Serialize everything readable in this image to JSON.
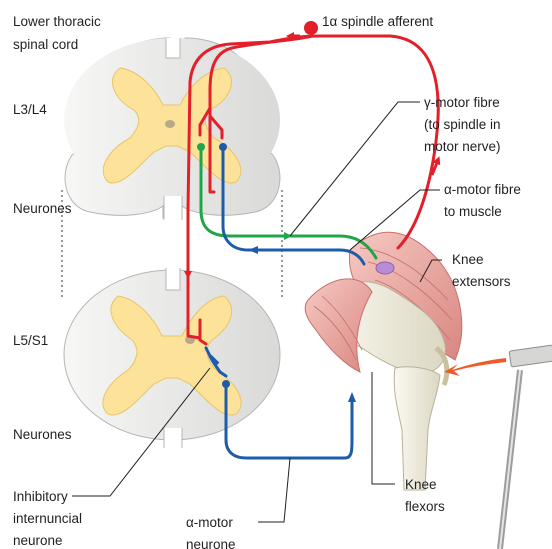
{
  "labels": {
    "spinal_cord_line1": "Lower thoracic",
    "spinal_cord_line2": "spinal cord",
    "segment_upper": "L3/L4",
    "neurones_upper": "Neurones",
    "segment_lower": "L5/S1",
    "neurones_lower": "Neurones",
    "spindle_afferent": "1α spindle afferent",
    "gamma_line1": "γ-motor fibre",
    "gamma_line2": "(to spindle in",
    "gamma_line3": "motor nerve)",
    "alpha_fibre_line1": "α-motor fibre",
    "alpha_fibre_line2": "to muscle",
    "extensors_line1": "Knee",
    "extensors_line2": "extensors",
    "flexors_line1": "Knee",
    "flexors_line2": "flexors",
    "inhibitory_line1": "Inhibitory",
    "inhibitory_line2": "internuncial",
    "inhibitory_line3": "neurone",
    "alpha_neurone_line1": "α-motor",
    "alpha_neurone_line2": "neurone"
  },
  "colors": {
    "afferent": "#e3202a",
    "gamma": "#1fa648",
    "alpha": "#1f5ca8",
    "grey_matter": "#fde39a",
    "cord_white": "#ededec",
    "muscle": "#e9a3a0",
    "bone": "#f2efe0",
    "hammer": "#f05a28"
  }
}
